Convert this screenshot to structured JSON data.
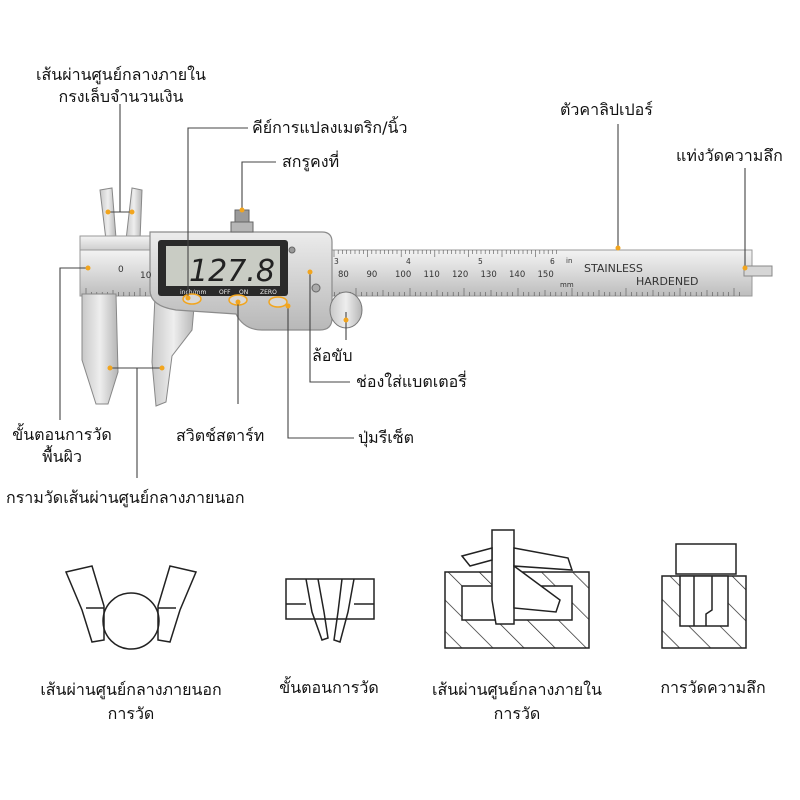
{
  "callouts": {
    "inner_jaw": "เส้นผ่านศูนย์กลางภายใน\nกรงเล็บจำนวนเงิน",
    "unit_key": "คีย์การแปลงเมตริก/นิ้ว",
    "lock_screw": "สกรูคงที่",
    "caliper_body": "ตัวคาลิปเปอร์",
    "depth_rod": "แท่งวัดความลึก",
    "thumb_wheel": "ล้อขับ",
    "battery_slot": "ช่องใส่แบตเตอรี่",
    "step_surface": "ขั้นตอนการวัด\nพื้นผิว",
    "start_switch": "สวิตช์สตาร์ท",
    "reset_button": "ปุ่มรีเซ็ต",
    "outer_jaw": "กรามวัดเส้นผ่านศูนย์กลางภายนอก"
  },
  "caliper": {
    "display": "127.8",
    "buttons": [
      "inch/mm",
      "OFF",
      "ON",
      "ZERO"
    ],
    "brand_line1": "STAINLESS",
    "brand_line2": "HARDENED",
    "unit_in": "in",
    "unit_mm": "mm",
    "scale_numbers": [
      "80",
      "90",
      "100",
      "110",
      "120",
      "130",
      "140",
      "150"
    ],
    "inch_numbers": [
      "3",
      "4",
      "5",
      "6"
    ],
    "left_numbers": [
      "0",
      "10"
    ]
  },
  "bottom_captions": {
    "outer": "เส้นผ่านศูนย์กลางภายนอก\nการวัด",
    "step": "ขั้นตอนการวัด",
    "inner": "เส้นผ่านศูนย์กลางภายใน\nการวัด",
    "depth": "การวัดความลึก"
  },
  "colors": {
    "accent": "#f2a51e",
    "steel_light": "#e4e4e4",
    "steel_dark": "#9a9a9a",
    "lcd": "#c9ccc4"
  }
}
